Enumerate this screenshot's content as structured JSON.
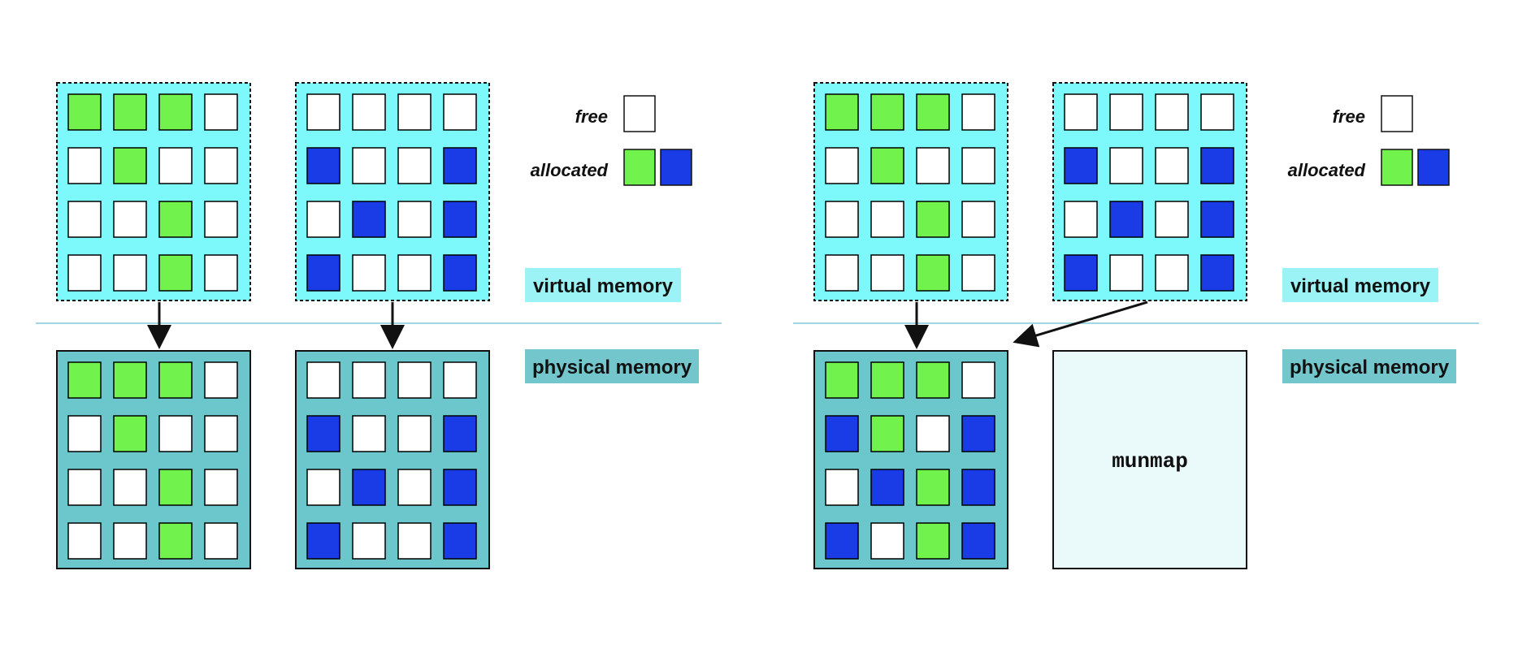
{
  "colors": {
    "virtual_bg": "#7df9fb",
    "physical_bg": "#6cc7cd",
    "munmap_bg": "#eaf9fa",
    "free": "#ffffff",
    "green": "#71f24c",
    "blue": "#1a3ce6",
    "divider": "#9fd8e0",
    "label_virtual_bg": "#9cf3f6",
    "label_physical_bg": "#72c6cc",
    "cell_border": "#000000"
  },
  "panels": [
    {
      "legend": {
        "free": "free",
        "allocated": "allocated"
      },
      "virtual_label": "virtual memory",
      "physical_label": "physical memory",
      "virtual_pages": [
        {
          "cells": [
            [
              "green",
              "green",
              "green",
              "free"
            ],
            [
              "free",
              "green",
              "free",
              "free"
            ],
            [
              "free",
              "free",
              "green",
              "free"
            ],
            [
              "free",
              "free",
              "green",
              "free"
            ]
          ]
        },
        {
          "cells": [
            [
              "free",
              "free",
              "free",
              "free"
            ],
            [
              "blue",
              "free",
              "free",
              "blue"
            ],
            [
              "free",
              "blue",
              "free",
              "blue"
            ],
            [
              "blue",
              "free",
              "free",
              "blue"
            ]
          ]
        }
      ],
      "physical_pages": [
        {
          "cells": [
            [
              "green",
              "green",
              "green",
              "free"
            ],
            [
              "free",
              "green",
              "free",
              "free"
            ],
            [
              "free",
              "free",
              "green",
              "free"
            ],
            [
              "free",
              "free",
              "green",
              "free"
            ]
          ]
        },
        {
          "cells": [
            [
              "free",
              "free",
              "free",
              "free"
            ],
            [
              "blue",
              "free",
              "free",
              "blue"
            ],
            [
              "free",
              "blue",
              "free",
              "blue"
            ],
            [
              "blue",
              "free",
              "free",
              "blue"
            ]
          ]
        }
      ]
    },
    {
      "legend": {
        "free": "free",
        "allocated": "allocated"
      },
      "virtual_label": "virtual memory",
      "physical_label": "physical memory",
      "virtual_pages": [
        {
          "cells": [
            [
              "green",
              "green",
              "green",
              "free"
            ],
            [
              "free",
              "green",
              "free",
              "free"
            ],
            [
              "free",
              "free",
              "green",
              "free"
            ],
            [
              "free",
              "free",
              "green",
              "free"
            ]
          ]
        },
        {
          "cells": [
            [
              "free",
              "free",
              "free",
              "free"
            ],
            [
              "blue",
              "free",
              "free",
              "blue"
            ],
            [
              "free",
              "blue",
              "free",
              "blue"
            ],
            [
              "blue",
              "free",
              "free",
              "blue"
            ]
          ]
        }
      ],
      "physical_pages": [
        {
          "cells": [
            [
              "green",
              "green",
              "green",
              "free"
            ],
            [
              "blue",
              "green",
              "free",
              "blue"
            ],
            [
              "free",
              "blue",
              "green",
              "blue"
            ],
            [
              "blue",
              "free",
              "green",
              "blue"
            ]
          ]
        },
        {
          "munmap_label": "munmap"
        }
      ]
    }
  ]
}
